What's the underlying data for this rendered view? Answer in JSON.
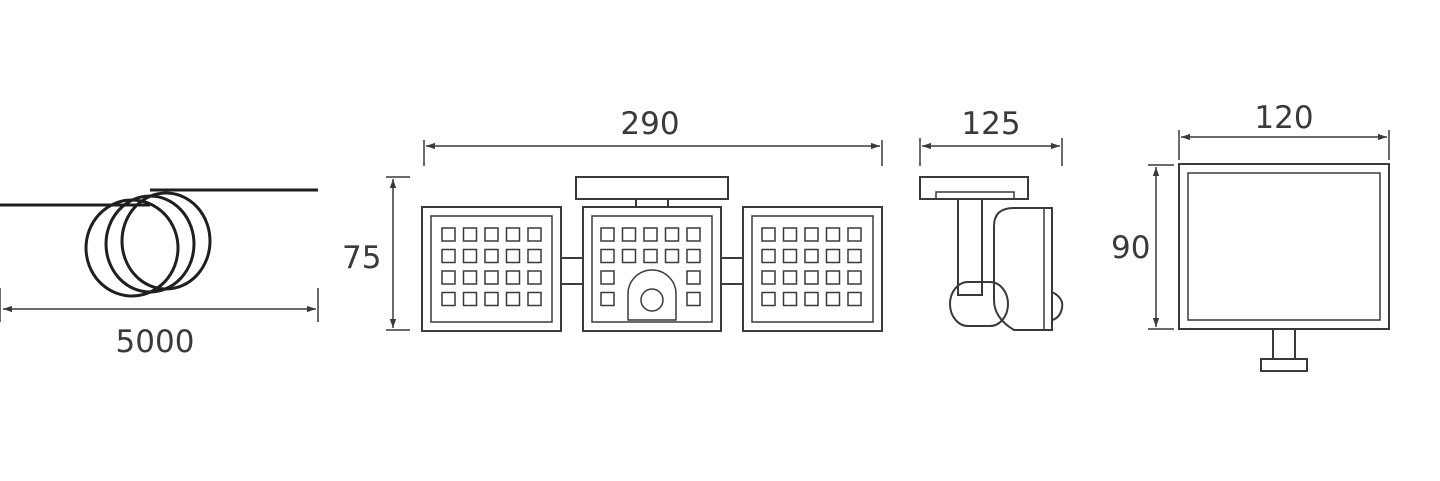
{
  "dimensions": {
    "cable_length": "5000",
    "lamp_width": "290",
    "lamp_height": "75",
    "side_depth": "125",
    "panel_width": "120",
    "panel_height": "90"
  },
  "colors": {
    "line": "#3a3a3c",
    "cable": "#1f1f20",
    "background": "#ffffff"
  }
}
